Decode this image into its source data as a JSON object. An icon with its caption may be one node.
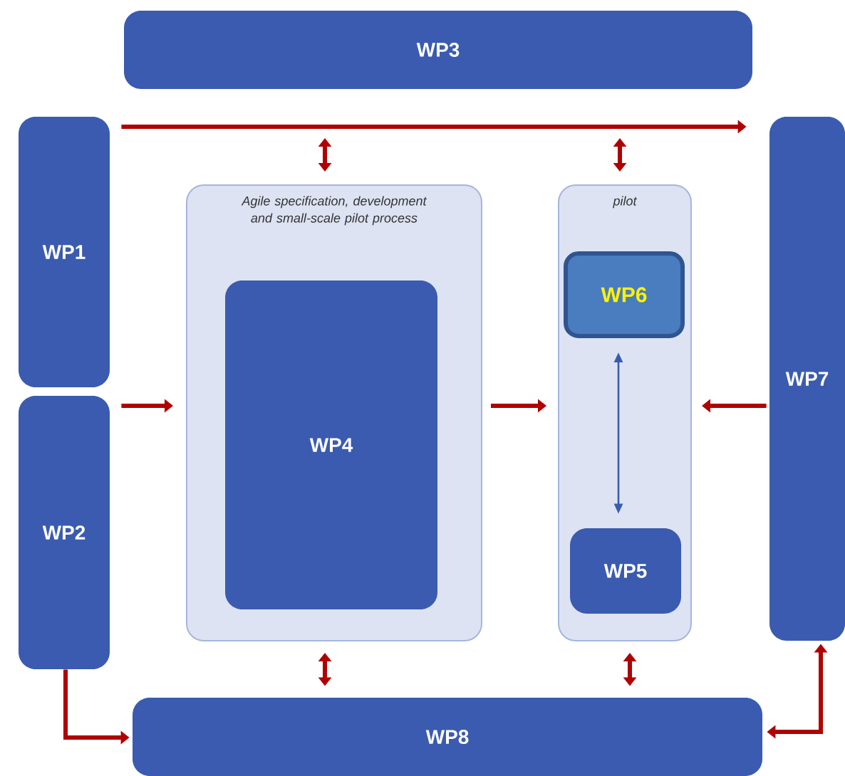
{
  "diagram": {
    "nodes": [
      {
        "text": [
          "WP3"
        ]
      },
      {
        "text": [
          "WP1"
        ]
      },
      {
        "text": [
          "WP2"
        ]
      },
      {
        "text": [
          "Agile specification, development and small-scale pilot process"
        ]
      },
      {
        "text": [
          "WP4"
        ],
        "in": 3
      },
      {
        "text": [
          "pilot"
        ]
      },
      {
        "text": [
          "WP6"
        ],
        "in": 5
      },
      {
        "text": [
          "WP5"
        ],
        "in": 5
      },
      {
        "text": [
          "WP7"
        ]
      },
      {
        "text": [
          "WP8"
        ]
      }
    ],
    "edges": [
      {
        "from": 1,
        "to": 8,
        "arrow": "to"
      },
      {
        "from": null,
        "to": 3,
        "arrow": "both"
      },
      {
        "from": null,
        "to": 5,
        "arrow": "both"
      },
      {
        "from": 2,
        "to": 3,
        "arrow": "to"
      },
      {
        "from": 3,
        "to": 5,
        "arrow": "to"
      },
      {
        "from": 8,
        "to": 5,
        "arrow": "to"
      },
      {
        "from": 6,
        "to": 7,
        "arrow": "both",
        "color": "#3a5bb0"
      },
      {
        "from": 3,
        "to": 9,
        "arrow": "both"
      },
      {
        "from": 5,
        "to": 9,
        "arrow": "both"
      },
      {
        "from": 2,
        "to": 9,
        "arrow": "to"
      },
      {
        "from": 9,
        "to": 8,
        "arrow": "both"
      }
    ]
  }
}
